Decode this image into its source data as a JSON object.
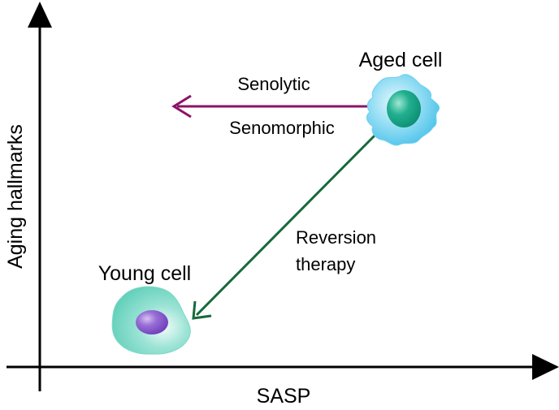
{
  "axes": {
    "x_label": "SASP",
    "y_label": "Aging hallmarks"
  },
  "cells": {
    "aged": {
      "label": "Aged cell",
      "body_color": "#5bc8ec",
      "nucleus_color": "#159e84"
    },
    "young": {
      "label": "Young cell",
      "body_color": "#6ed3c0",
      "nucleus_color": "#7f4fc4"
    }
  },
  "arrows": {
    "senolytic": {
      "label_top": "Senolytic",
      "label_bottom": "Senomorphic",
      "color": "#8b1367"
    },
    "reversion": {
      "label_line1": "Reversion",
      "label_line2": "therapy",
      "color": "#16693b"
    }
  },
  "colors": {
    "axis": "#000000"
  }
}
